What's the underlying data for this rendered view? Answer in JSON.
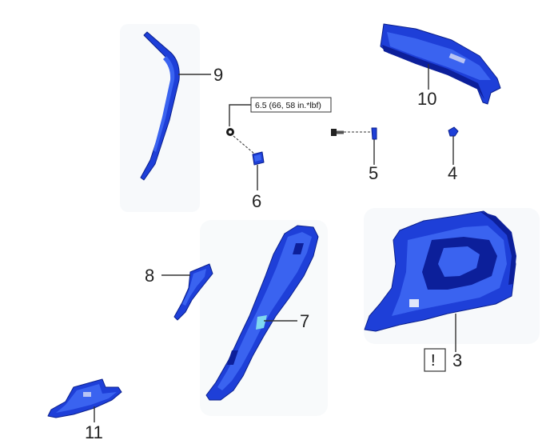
{
  "callouts": {
    "n3": "3",
    "n4": "4",
    "n5": "5",
    "n6": "6",
    "n7": "7",
    "n8": "8",
    "n9": "9",
    "n10": "10",
    "n11": "11"
  },
  "torque_spec": "6.5 (66, 58 in.*lbf)",
  "warning_symbol": "!",
  "colors": {
    "part_blue": "#1e3fd8",
    "part_dark": "#0a1f8c",
    "background": "#ffffff"
  }
}
